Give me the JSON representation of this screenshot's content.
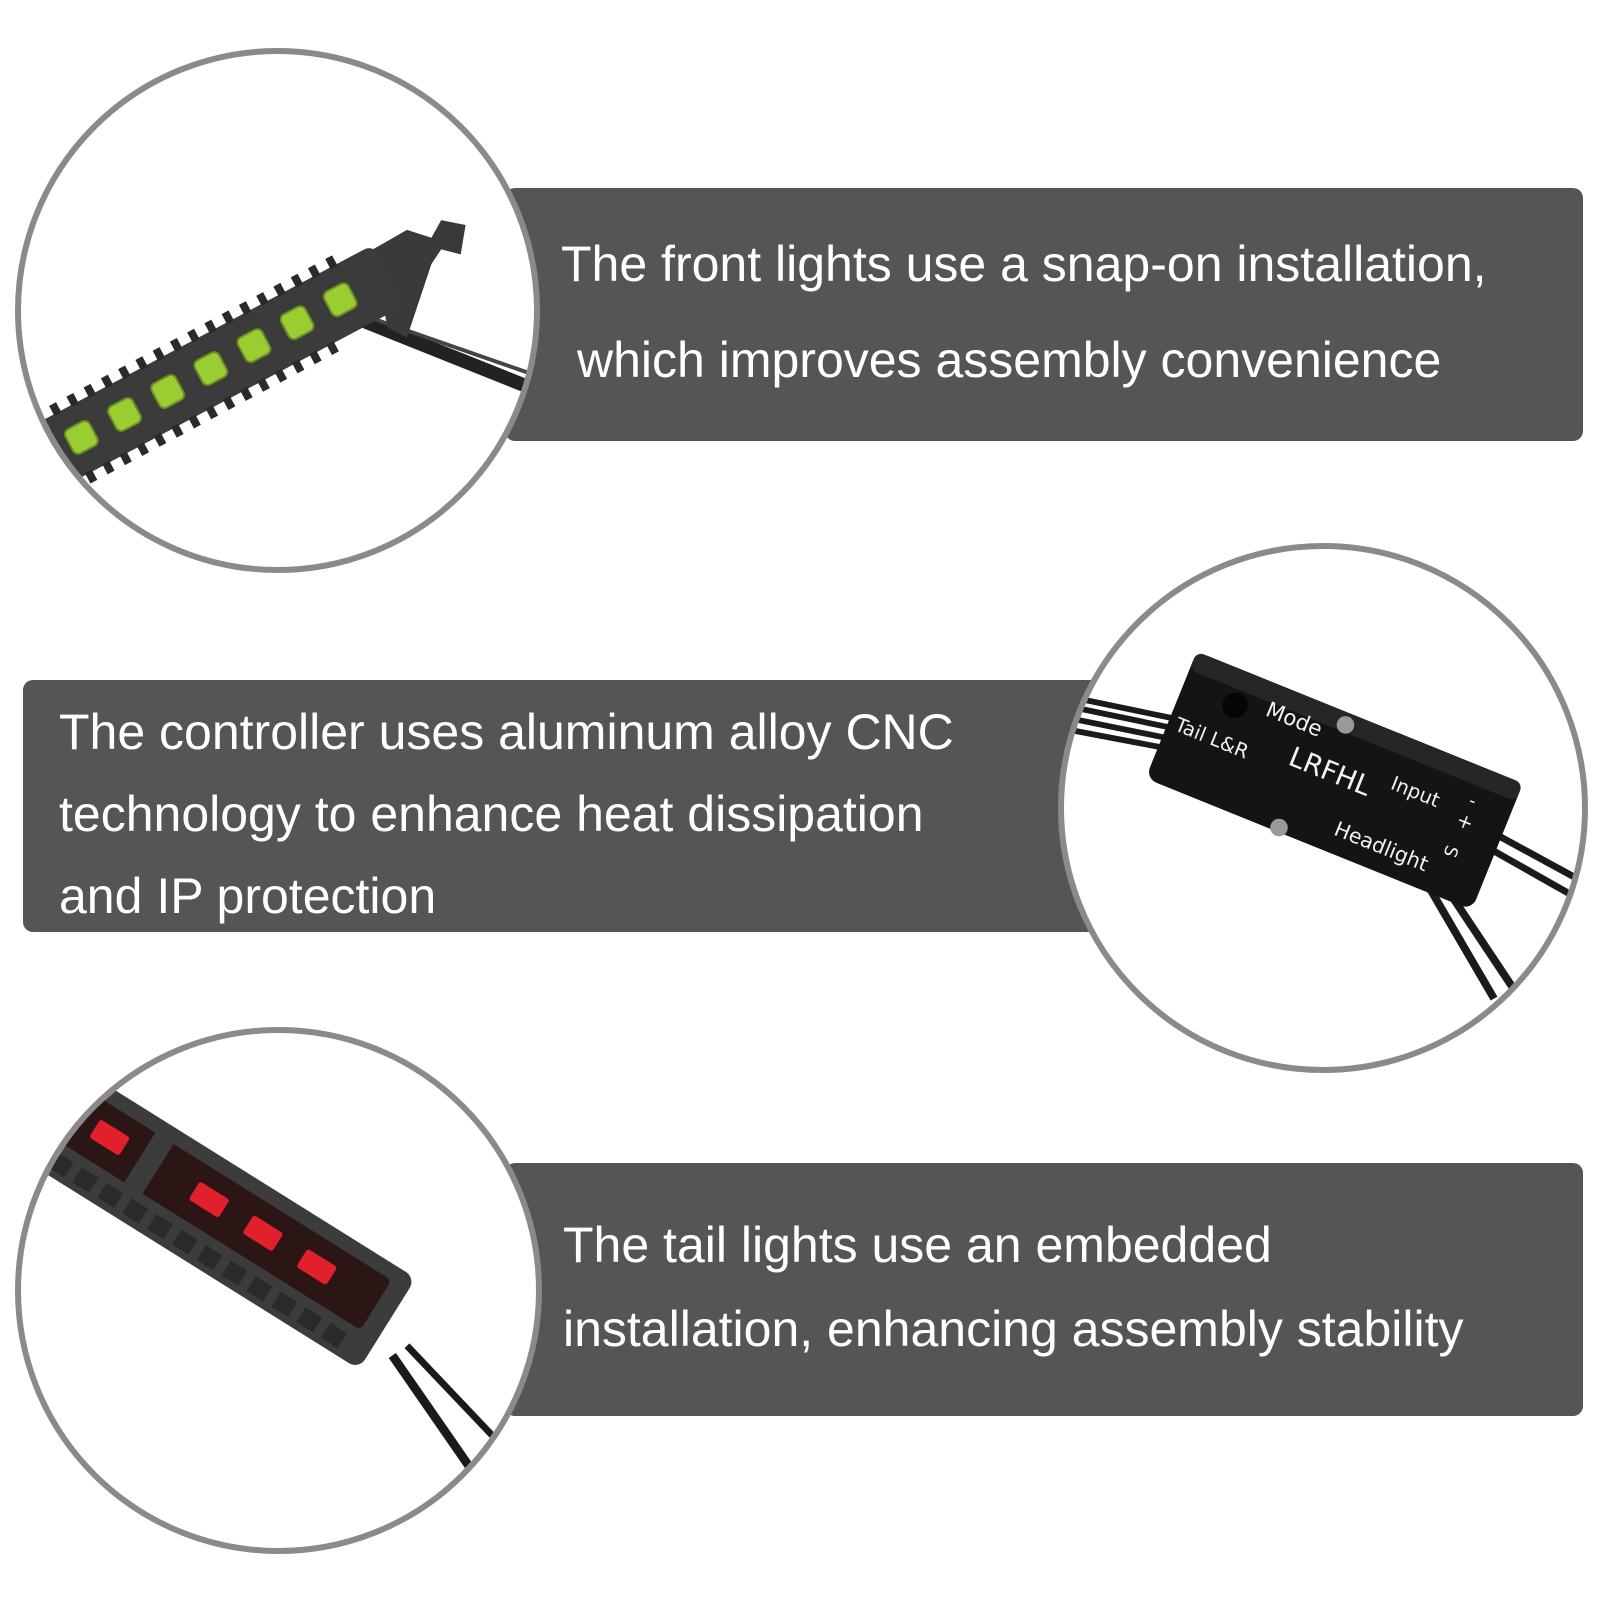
{
  "sections": [
    {
      "lines": [
        "The front lights use a snap-on installation,",
        "which improves assembly convenience"
      ],
      "image_icon": "front-light-strip-icon"
    },
    {
      "lines": [
        "The controller uses aluminum alloy CNC",
        "technology to enhance heat dissipation",
        "and IP protection"
      ],
      "image_icon": "controller-box-icon"
    },
    {
      "lines": [
        "The tail lights use an embedded",
        "installation, enhancing assembly stability"
      ],
      "image_icon": "tail-light-strip-icon"
    }
  ],
  "controller_labels": {
    "mode": "Mode",
    "tail": "Tail L&R",
    "model": "LRFHL",
    "input": "Input",
    "minus": "-",
    "plus": "+",
    "s": "S",
    "headlight": "Headlight"
  },
  "colors": {
    "banner": "#555555",
    "circle_border": "#8a8a8a",
    "led_green": "#9acd32",
    "led_red": "#e0202a"
  }
}
